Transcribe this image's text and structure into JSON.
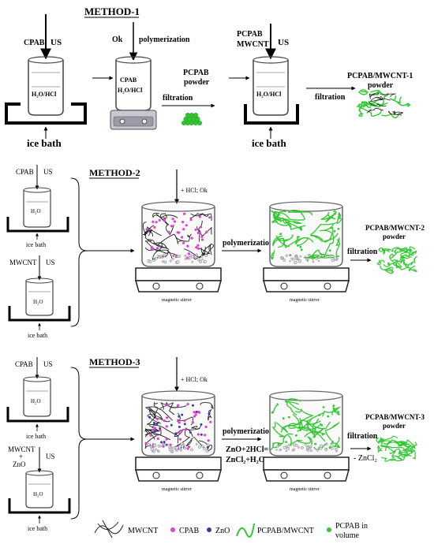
{
  "method1": {
    "title": "METHOD-1",
    "cpab": "CPAB",
    "us1": "US",
    "beaker1": "H₂O/HCl",
    "ice1": "ice bath",
    "ok": "Ok",
    "polymerization": "polymerization",
    "beaker2_top": "CPAB",
    "beaker2_bottom": "H₂O/HCl",
    "filtration1": "filtration",
    "pcpab_powder_1": "PCPAB",
    "pcpab_powder_2": "powder",
    "pcpab_input_1": "PCPAB",
    "pcpab_input_2": "MWCNT",
    "us2": "US",
    "beaker3": "H₂O/HCl",
    "ice2": "ice bath",
    "filtration2": "filtration",
    "product_1": "PCPAB/MWCNT-1",
    "product_2": "powder"
  },
  "method2": {
    "title": "METHOD-2",
    "cpab": "CPAB",
    "us1": "US",
    "beaker1": "H₂O",
    "ice1": "ice bath",
    "mwcnt": "MWCNT",
    "us2": "US",
    "beaker2": "H₂O",
    "ice2": "ice bath",
    "hcl_ok": "+ HCl; Ok",
    "stirrer1": "magnetic stirrer",
    "polymerization": "polymerization",
    "stirrer2": "magnetic stirrer",
    "filtration": "filtration",
    "product_1": "PCPAB/MWCNT-2",
    "product_2": "powder"
  },
  "method3": {
    "title": "METHOD-3",
    "cpab": "CPAB",
    "us1": "US",
    "beaker1": "H₂O",
    "ice1": "ice bath",
    "mwcnt": "MWCNT",
    "plus": "+",
    "zno": "ZnO",
    "us2": "US",
    "beaker2": "H₂O",
    "ice2": "ice bath",
    "hcl_ok": "+ HCl; Ok",
    "stirrer1": "magnetic stirrer",
    "polymerization": "polymerization",
    "reaction_1": "ZnO+2HCl=",
    "reaction_2": "ZnCl₂+H₂O",
    "stirrer2": "magnetic stirrer",
    "filtration": "filtration",
    "minus_zncl2": "- ZnCl₂",
    "product_1": "PCPAB/MWCNT-3",
    "product_2": "powder"
  },
  "legend": {
    "mwcnt": "MWCNT",
    "cpab": "CPAB",
    "zno": "ZnO",
    "pcpab_mwcnt": "PCPAB/MWCNT",
    "pcpab_volume_1": "PCPAB in",
    "pcpab_volume_2": "volume"
  },
  "colors": {
    "cpab": "#e040d8",
    "zno": "#3a3aa0",
    "polymer_green": "#30c830",
    "mwcnt": "#222222"
  }
}
